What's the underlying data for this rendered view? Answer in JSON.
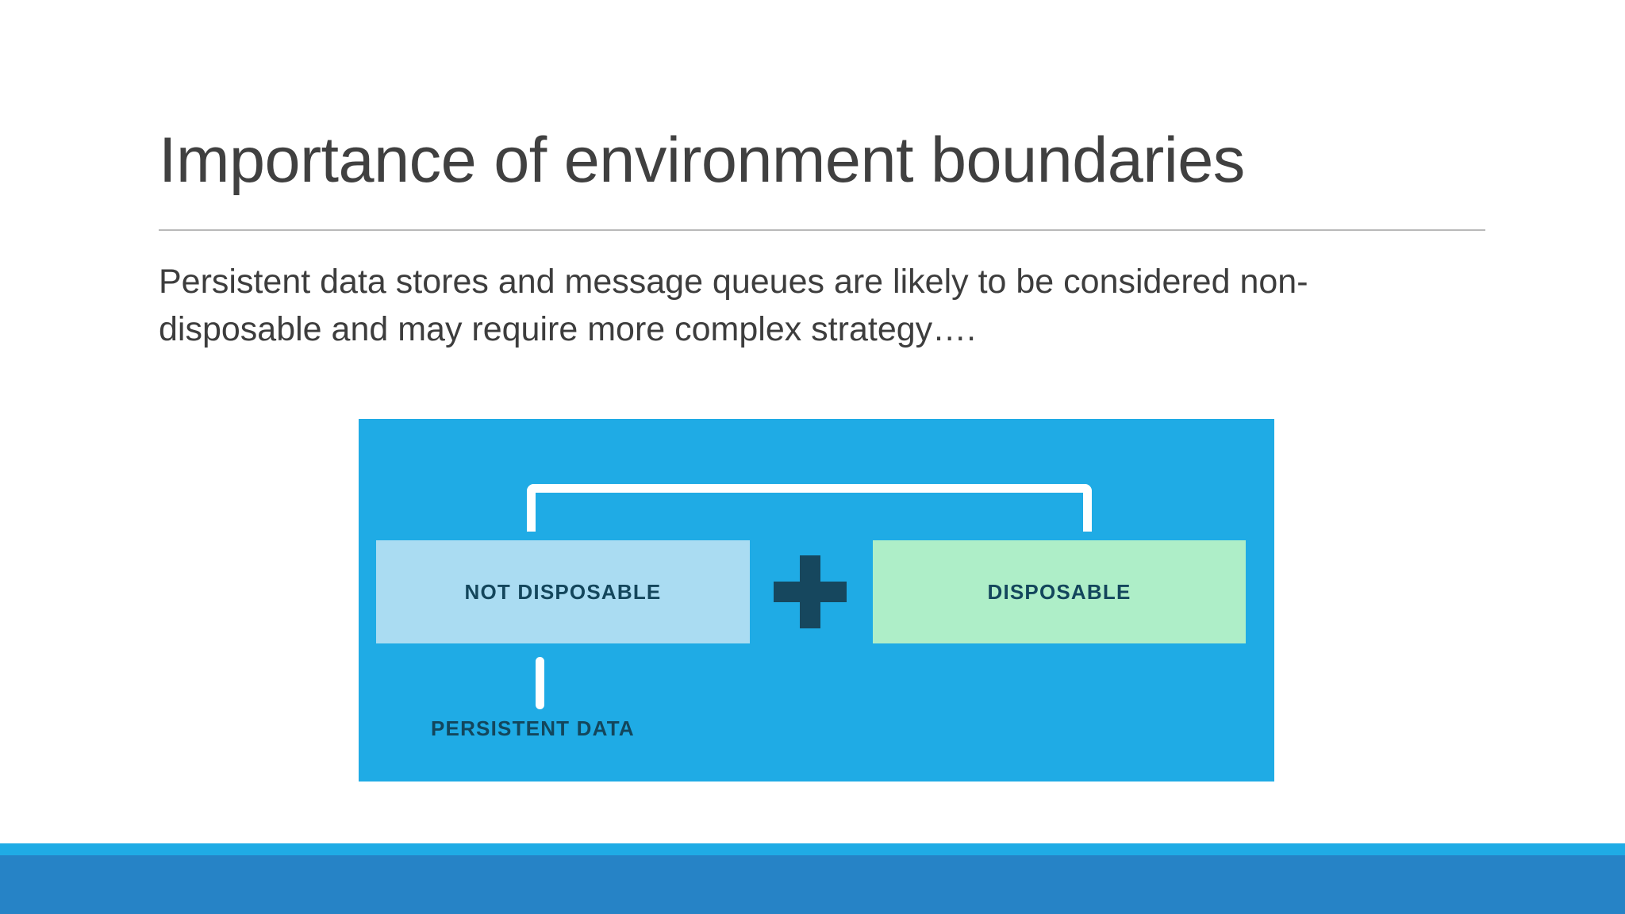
{
  "slide": {
    "title": "Importance of environment boundaries",
    "body": "Persistent data stores and message queues are likely to be considered non-disposable and may require more complex strategy….",
    "colors": {
      "title_text": "#404040",
      "body_text": "#3d3d3d",
      "rule": "#b9b9b9",
      "diagram_background": "#1fabe5",
      "not_disposable_box": "#aadcf2",
      "disposable_box": "#aeeec8",
      "label_text": "#13465c",
      "plus_sign": "#16475e",
      "connector": "#ffffff",
      "footer_light": "#1fabe5",
      "footer_dark": "#2683c6"
    }
  },
  "diagram": {
    "boxes": [
      {
        "label": "NOT DISPOSABLE",
        "fill": "#aadcf2"
      },
      {
        "label": "DISPOSABLE",
        "fill": "#aeeec8"
      }
    ],
    "operator": "+",
    "caption": "PERSISTENT DATA"
  }
}
